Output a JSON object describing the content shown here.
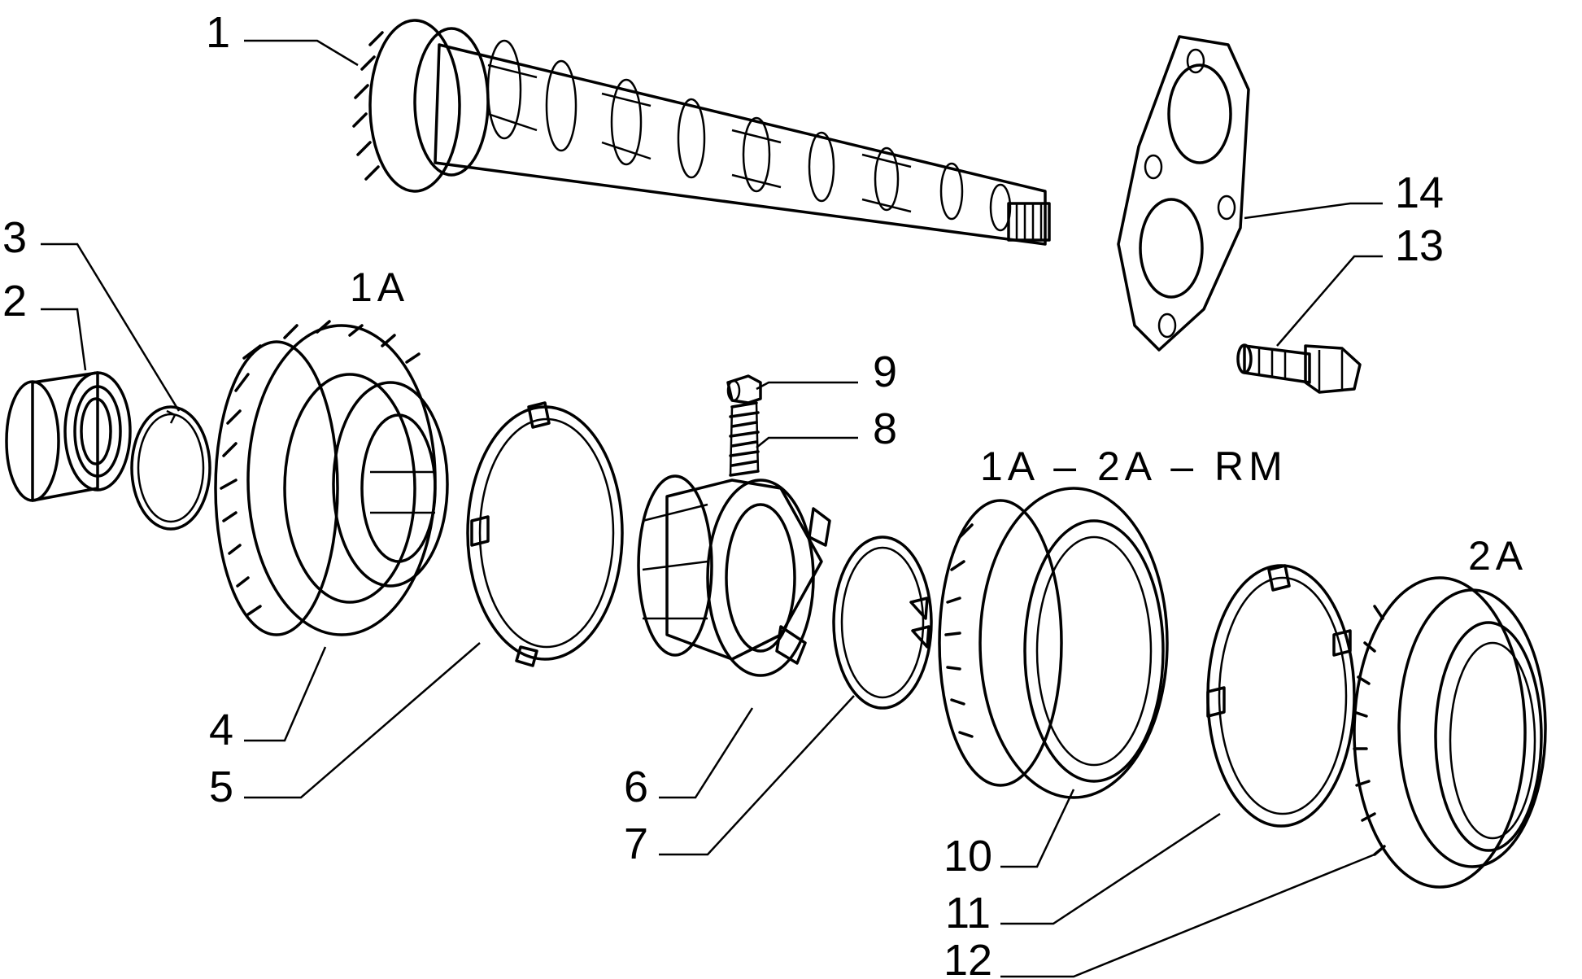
{
  "diagram": {
    "callouts": {
      "c1": "1",
      "c2": "2",
      "c3": "3",
      "c4": "4",
      "c5": "5",
      "c6": "6",
      "c7": "7",
      "c8": "8",
      "c9": "9",
      "c10": "10",
      "c11": "11",
      "c12": "12",
      "c13": "13",
      "c14": "14"
    },
    "group_labels": {
      "first_gear": "1A",
      "synchro_hub": "1A – 2A – RM",
      "second_gear": "2A"
    }
  }
}
